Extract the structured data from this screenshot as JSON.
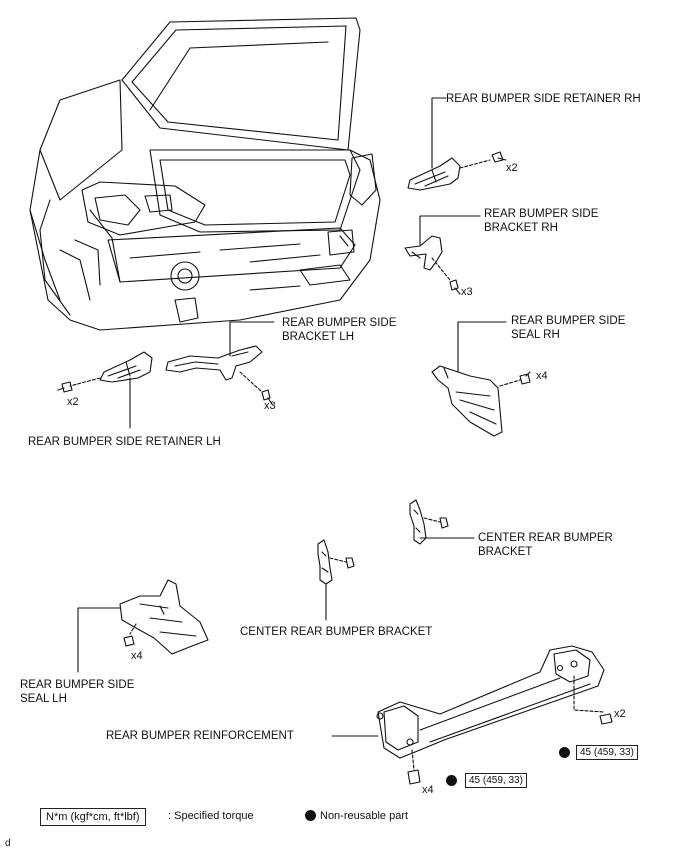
{
  "labels": {
    "retainer_rh": "REAR BUMPER SIDE RETAINER RH",
    "bracket_rh_1": "REAR BUMPER SIDE",
    "bracket_rh_2": "BRACKET RH",
    "bracket_lh_1": "REAR BUMPER SIDE",
    "bracket_lh_2": "BRACKET LH",
    "seal_rh_1": "REAR BUMPER SIDE",
    "seal_rh_2": "SEAL RH",
    "retainer_lh": "REAR BUMPER SIDE RETAINER LH",
    "center_bracket_right_1": "CENTER REAR BUMPER",
    "center_bracket_right_2": "BRACKET",
    "center_bracket_left": "CENTER REAR BUMPER BRACKET",
    "seal_lh_1": "REAR BUMPER SIDE",
    "seal_lh_2": "SEAL LH",
    "reinforcement": "REAR BUMPER REINFORCEMENT"
  },
  "quantities": {
    "retainer_rh": "x2",
    "bracket_rh": "x3",
    "seal_rh": "x4",
    "retainer_lh": "x2",
    "bracket_lh": "x3",
    "seal_lh": "x4",
    "reinforcement_right": "x2",
    "reinforcement_bottom": "x4"
  },
  "torques": {
    "right": "45 (459, 33)",
    "bottom": "45 (459, 33)"
  },
  "legend": {
    "torque_units": "N*m (kgf*cm, ft*lbf)",
    "torque_desc": ": Specified torque",
    "nonreusable": "Non-reusable part"
  },
  "corner_mark": "d"
}
